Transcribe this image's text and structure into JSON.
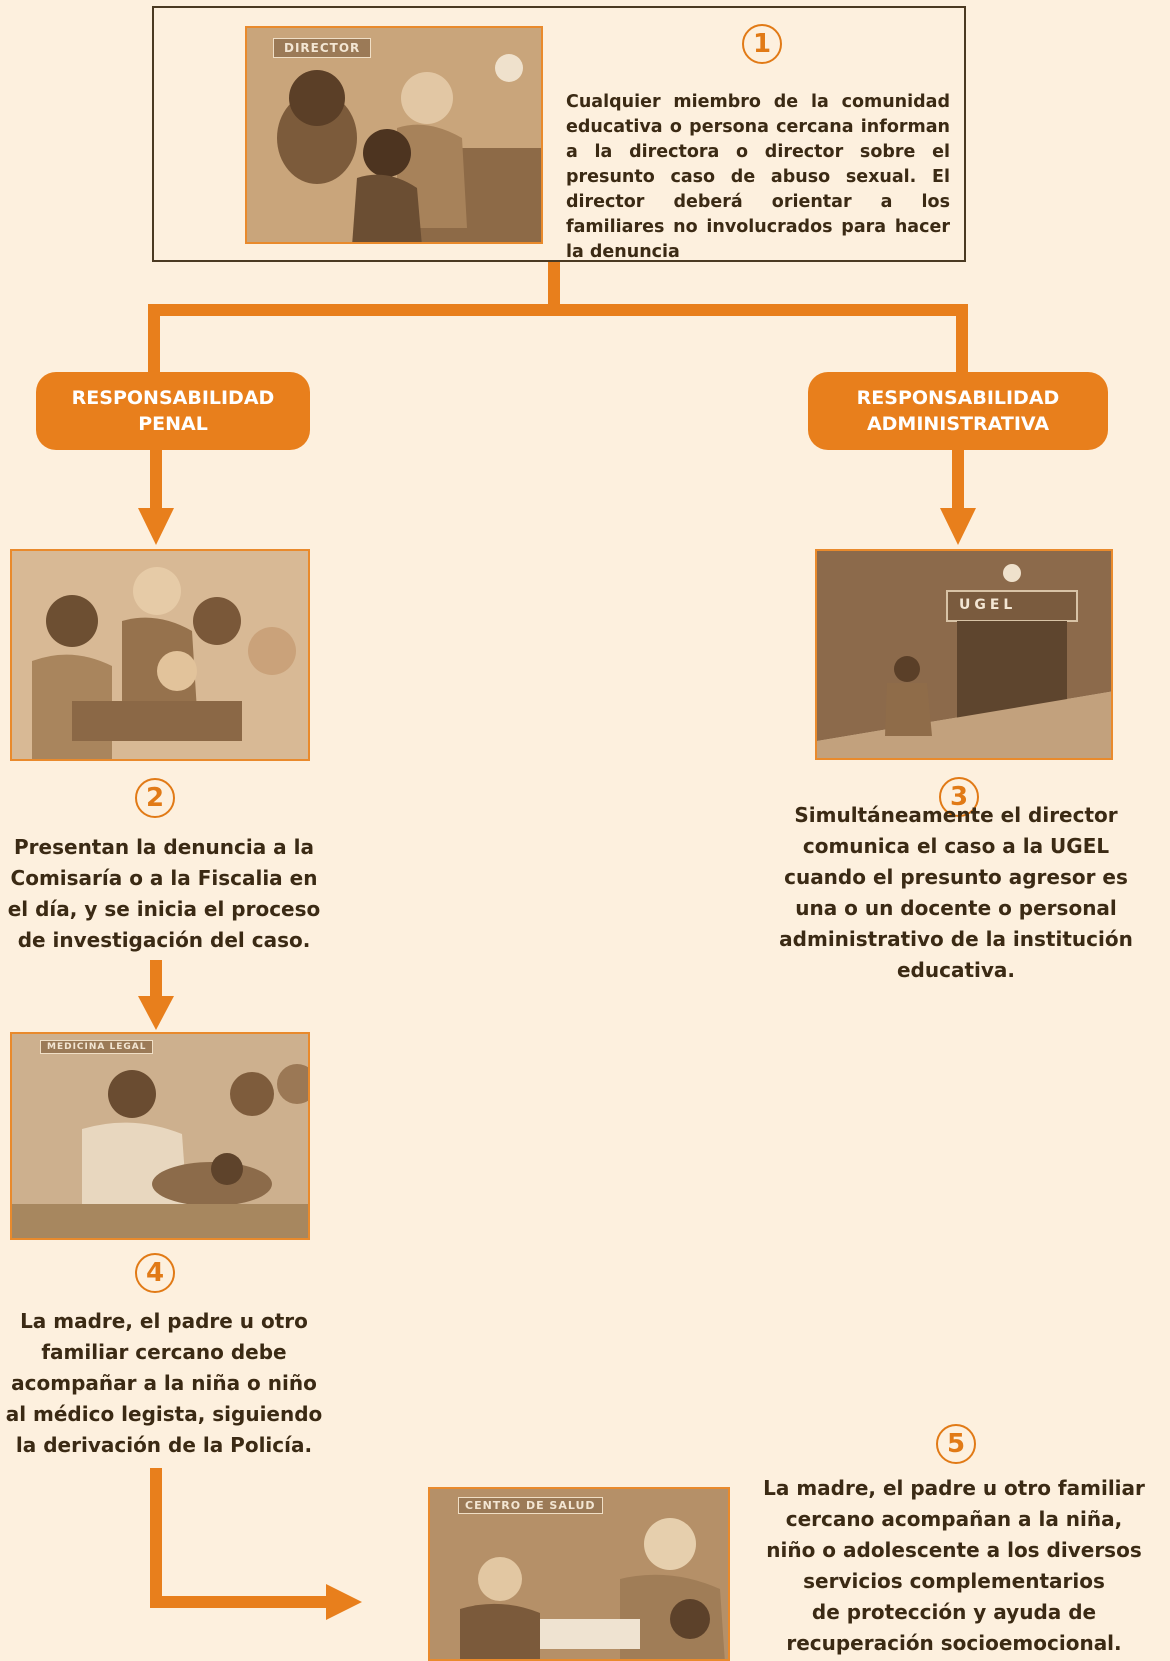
{
  "step1": {
    "number": "1",
    "sign": "DIRECTOR",
    "text": "Cualquier miembro de la comunidad educativa o persona cercana informan a la directora o director sobre el presunto caso de abuso sexual. El director deberá orientar a los familiares no involucrados para hacer la denuncia"
  },
  "branch_left": {
    "line1": "RESPONSABILIDAD",
    "line2": "PENAL"
  },
  "branch_right": {
    "line1": "RESPONSABILIDAD",
    "line2": "ADMINISTRATIVA"
  },
  "step2": {
    "number": "2",
    "lines": [
      "Presentan la denuncia a la",
      "Comisaría o a la Fiscalia en",
      "el día, y se inicia el proceso",
      "de investigación del caso."
    ]
  },
  "step3": {
    "number": "3",
    "sign": "UGEL",
    "lines": [
      "Simultáneamente el director",
      "comunica el caso a la UGEL",
      "cuando el presunto agresor es",
      "una o un docente o personal",
      "administrativo de la institución",
      "educativa."
    ]
  },
  "step4": {
    "number": "4",
    "sign": "MEDICINA LEGAL",
    "lines": [
      "La madre, el padre u otro",
      "familiar cercano debe",
      "acompañar a la niña o niño",
      "al médico legista, siguiendo",
      "la derivación de la Policía."
    ]
  },
  "step5": {
    "number": "5",
    "sign": "CENTRO DE SALUD",
    "lines": [
      "La madre, el padre u otro familiar",
      "cercano acompañan a la niña,",
      "niño o adolescente a los diversos",
      "servicios complementarios",
      "de protección y ayuda de",
      "recuperación socioemocional."
    ]
  },
  "colors": {
    "accent": "#e87f1c",
    "background": "#fdf0de",
    "text": "#3b2a14",
    "border": "#4b3a22"
  }
}
